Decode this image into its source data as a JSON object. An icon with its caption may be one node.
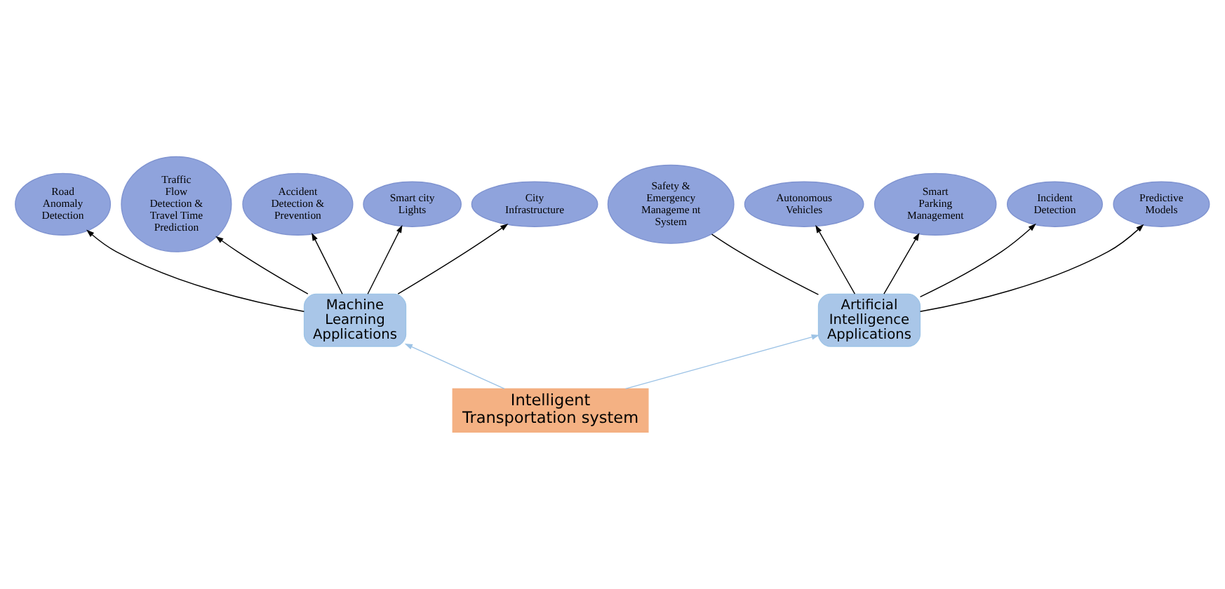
{
  "diagram": {
    "nodes": [
      {
        "text": [
          "Intelligent Transportation system"
        ]
      },
      {
        "text": [
          "Machine Learning Applications"
        ]
      },
      {
        "text": [
          "Artificial Intelligence Applications"
        ]
      },
      {
        "text": [
          "Road Anomaly Detection"
        ]
      },
      {
        "text": [
          "Traffic Flow Detection & Travel Time Prediction"
        ]
      },
      {
        "text": [
          "Accident Detection & Prevention"
        ]
      },
      {
        "text": [
          "Smart city Lights"
        ]
      },
      {
        "text": [
          "City Infrastructure"
        ]
      },
      {
        "text": [
          "Safety & Emergency Manageme nt System"
        ]
      },
      {
        "text": [
          "Autonomous Vehicles"
        ]
      },
      {
        "text": [
          "Smart Parking Management"
        ]
      },
      {
        "text": [
          "Incident Detection"
        ]
      },
      {
        "text": [
          "Predictive Models"
        ]
      }
    ],
    "edges": [
      {
        "from": 0,
        "to": 1,
        "arrow": "to",
        "color": "#9dc3e6"
      },
      {
        "from": 0,
        "to": 2,
        "arrow": "to",
        "color": "#9dc3e6"
      },
      {
        "from": 1,
        "to": 3,
        "arrow": "to"
      },
      {
        "from": 1,
        "to": 4,
        "arrow": "to"
      },
      {
        "from": 1,
        "to": 5,
        "arrow": "to"
      },
      {
        "from": 1,
        "to": 6,
        "arrow": "to"
      },
      {
        "from": 1,
        "to": 7,
        "arrow": "to"
      },
      {
        "from": 2,
        "to": 8,
        "arrow": "none"
      },
      {
        "from": 2,
        "to": 9,
        "arrow": "to"
      },
      {
        "from": 2,
        "to": 10,
        "arrow": "to"
      },
      {
        "from": 2,
        "to": 11,
        "arrow": "to"
      },
      {
        "from": 2,
        "to": 12,
        "arrow": "to"
      }
    ]
  }
}
